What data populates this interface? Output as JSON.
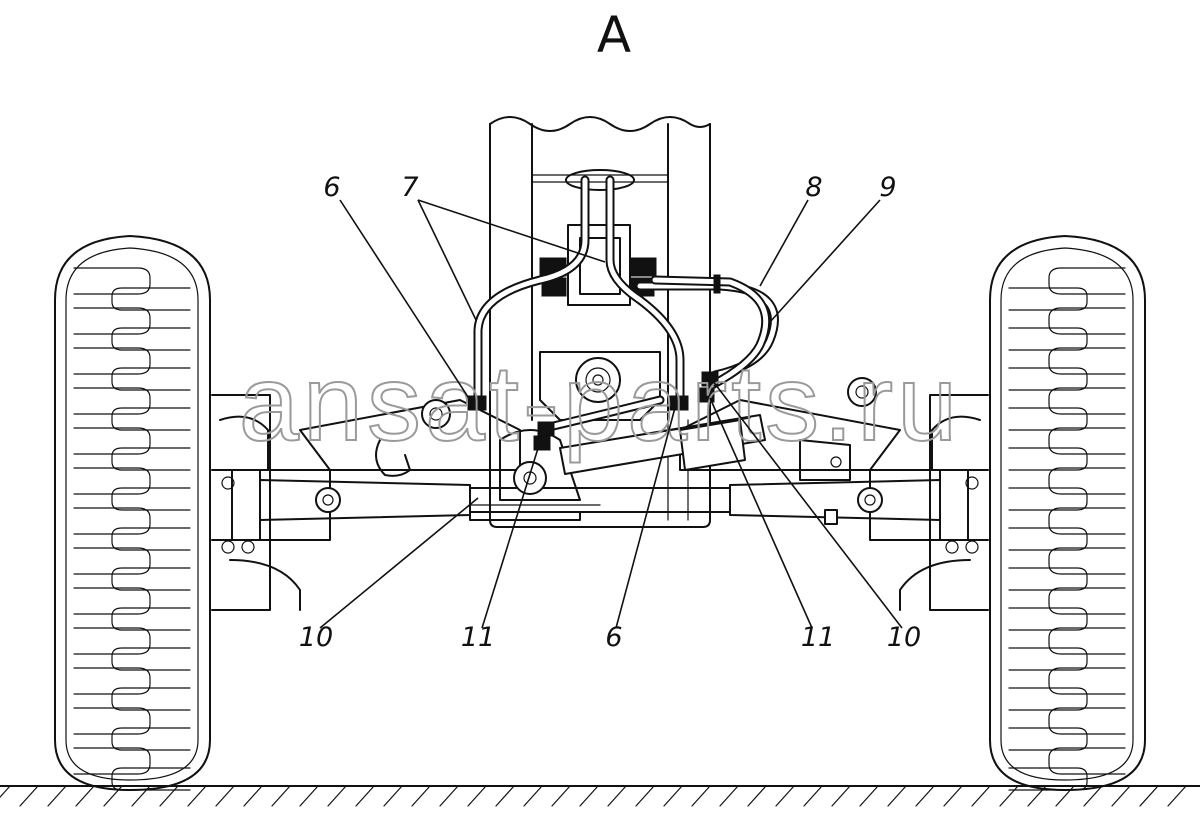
{
  "view_label": "A",
  "callouts": {
    "c6_top": "6",
    "c7": "7",
    "c8": "8",
    "c9": "9",
    "c10_left": "10",
    "c11_left": "11",
    "c6_bottom": "6",
    "c11_right": "11",
    "c10_right": "10"
  },
  "watermark": "ansat-parts.ru"
}
